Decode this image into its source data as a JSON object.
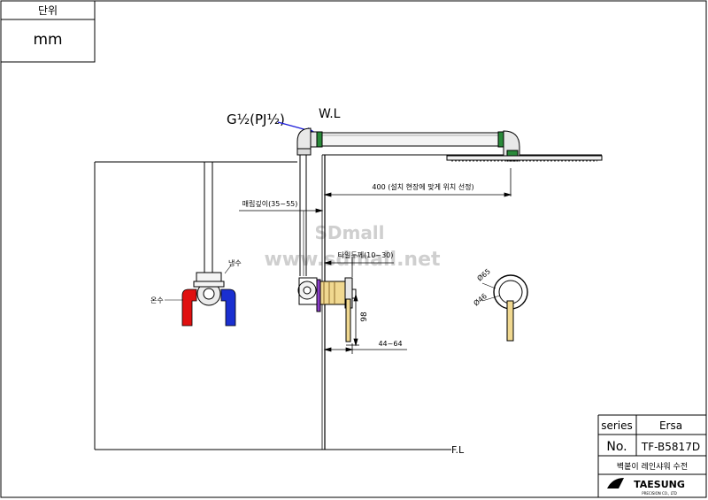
{
  "unit_box": {
    "header": "단위",
    "value": "mm"
  },
  "labels": {
    "pipe_thread": "G½(PJ½)",
    "water_level": "W.L",
    "shower_distance": "400 (설치 현장에 맞게 위치 선정)",
    "burial_depth": "매립깊이(35~55)",
    "tile_thickness": "타일두께(10~30)",
    "cold_water": "냉수",
    "hot_water": "온수",
    "dim_98": "98",
    "dim_44_64": "44~64",
    "dia_65": "Ø65",
    "dia_46": "Ø46",
    "floor_level": "F.L",
    "watermark_1": "SDmall",
    "watermark_2": "www.sdmall.net"
  },
  "title_block": {
    "series_label": "series",
    "series_value": "Ersa",
    "no_label": "No.",
    "no_value": "TF-B5817D",
    "product_name": "벽붙이 레인샤워 수전",
    "brand": "TAESUNG",
    "brand_sub": "PRECISION CO., LTD"
  },
  "colors": {
    "line": "#000000",
    "hot_pipe": "#e01010",
    "cold_pipe": "#1a2fd0",
    "accent_blue": "#1a1ad8",
    "valve_body": "#f0d890",
    "valve_purple": "#8a3cc8",
    "pipe_fill": "#f4f4f4",
    "watermark": "#cccccc"
  }
}
